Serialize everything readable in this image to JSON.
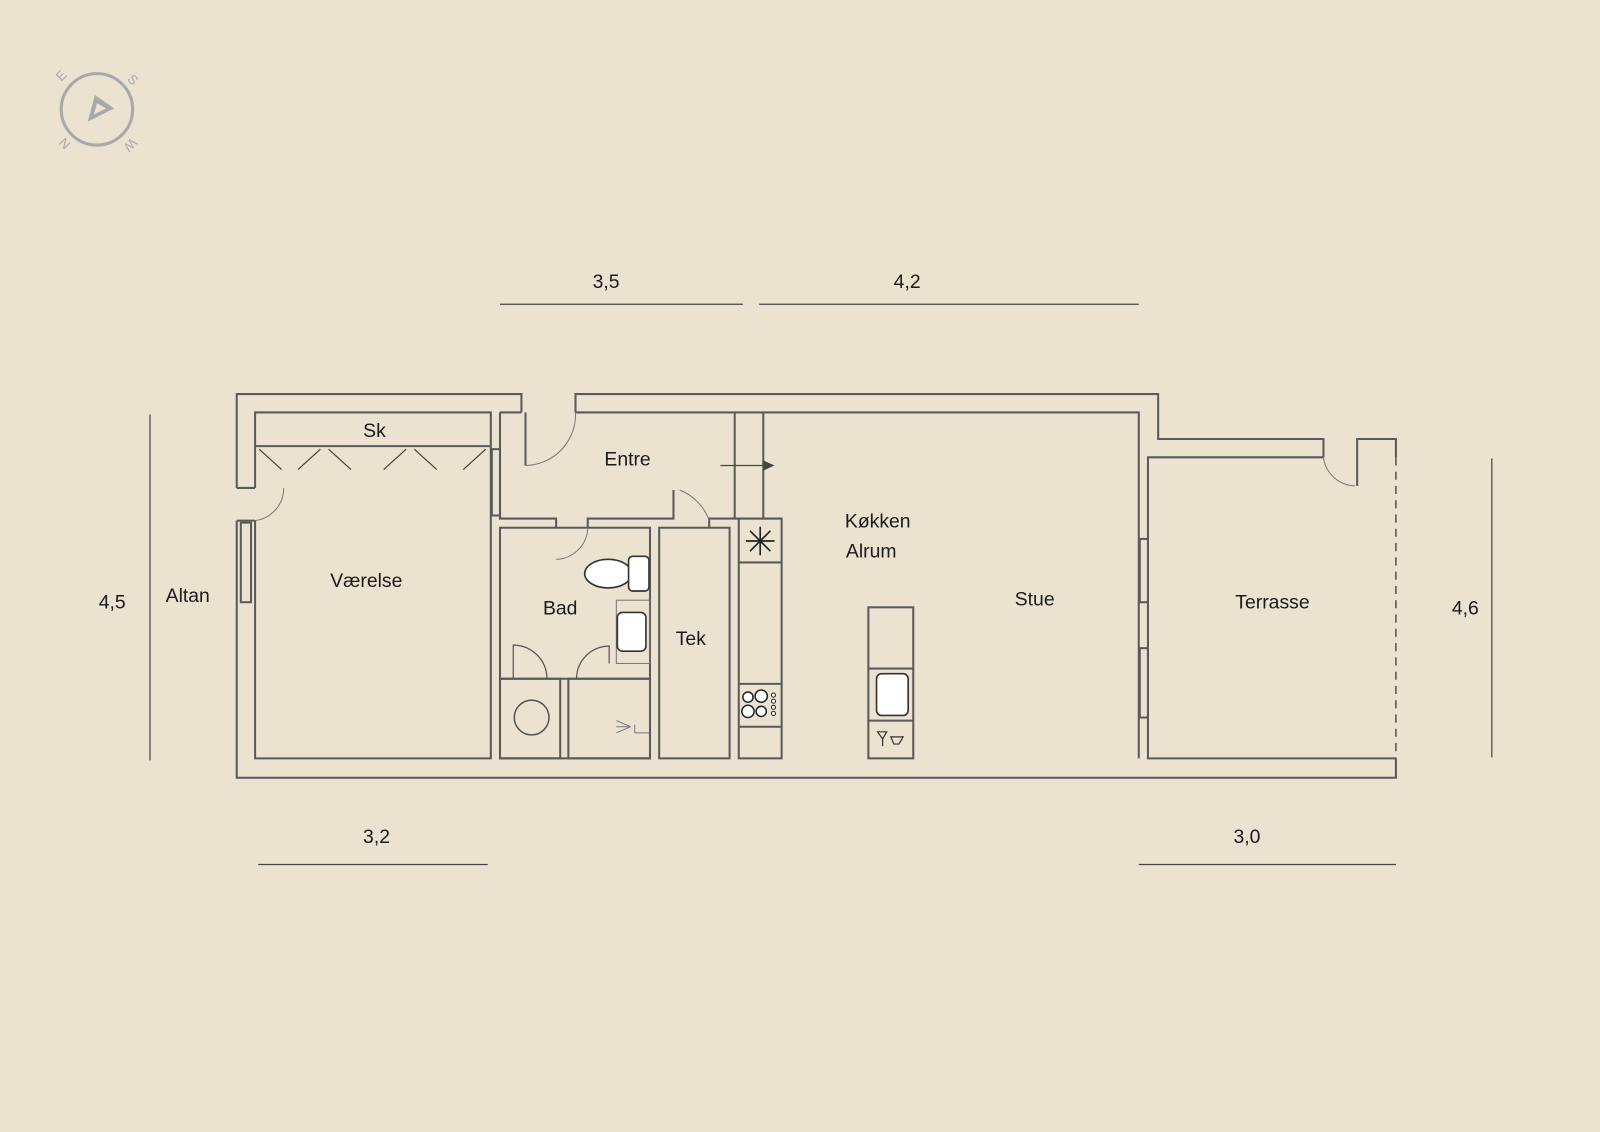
{
  "compass": {
    "labels": [
      "E",
      "S",
      "N",
      "W"
    ]
  },
  "rooms": {
    "sk": "Sk",
    "vaerelse": "Værelse",
    "altan": "Altan",
    "entre": "Entre",
    "bad": "Bad",
    "tek": "Tek",
    "kokken": "Køkken",
    "alrum": "Alrum",
    "stue": "Stue",
    "terrasse": "Terrasse"
  },
  "dimensions": {
    "top_left": "3,5",
    "top_right": "4,2",
    "bottom_left": "3,2",
    "bottom_right": "3,0",
    "left": "4,5",
    "right": "4,6"
  },
  "colors": {
    "background": "#ebe3d0",
    "wall": "#5a5a5a",
    "compass": "#a9a9a9"
  }
}
